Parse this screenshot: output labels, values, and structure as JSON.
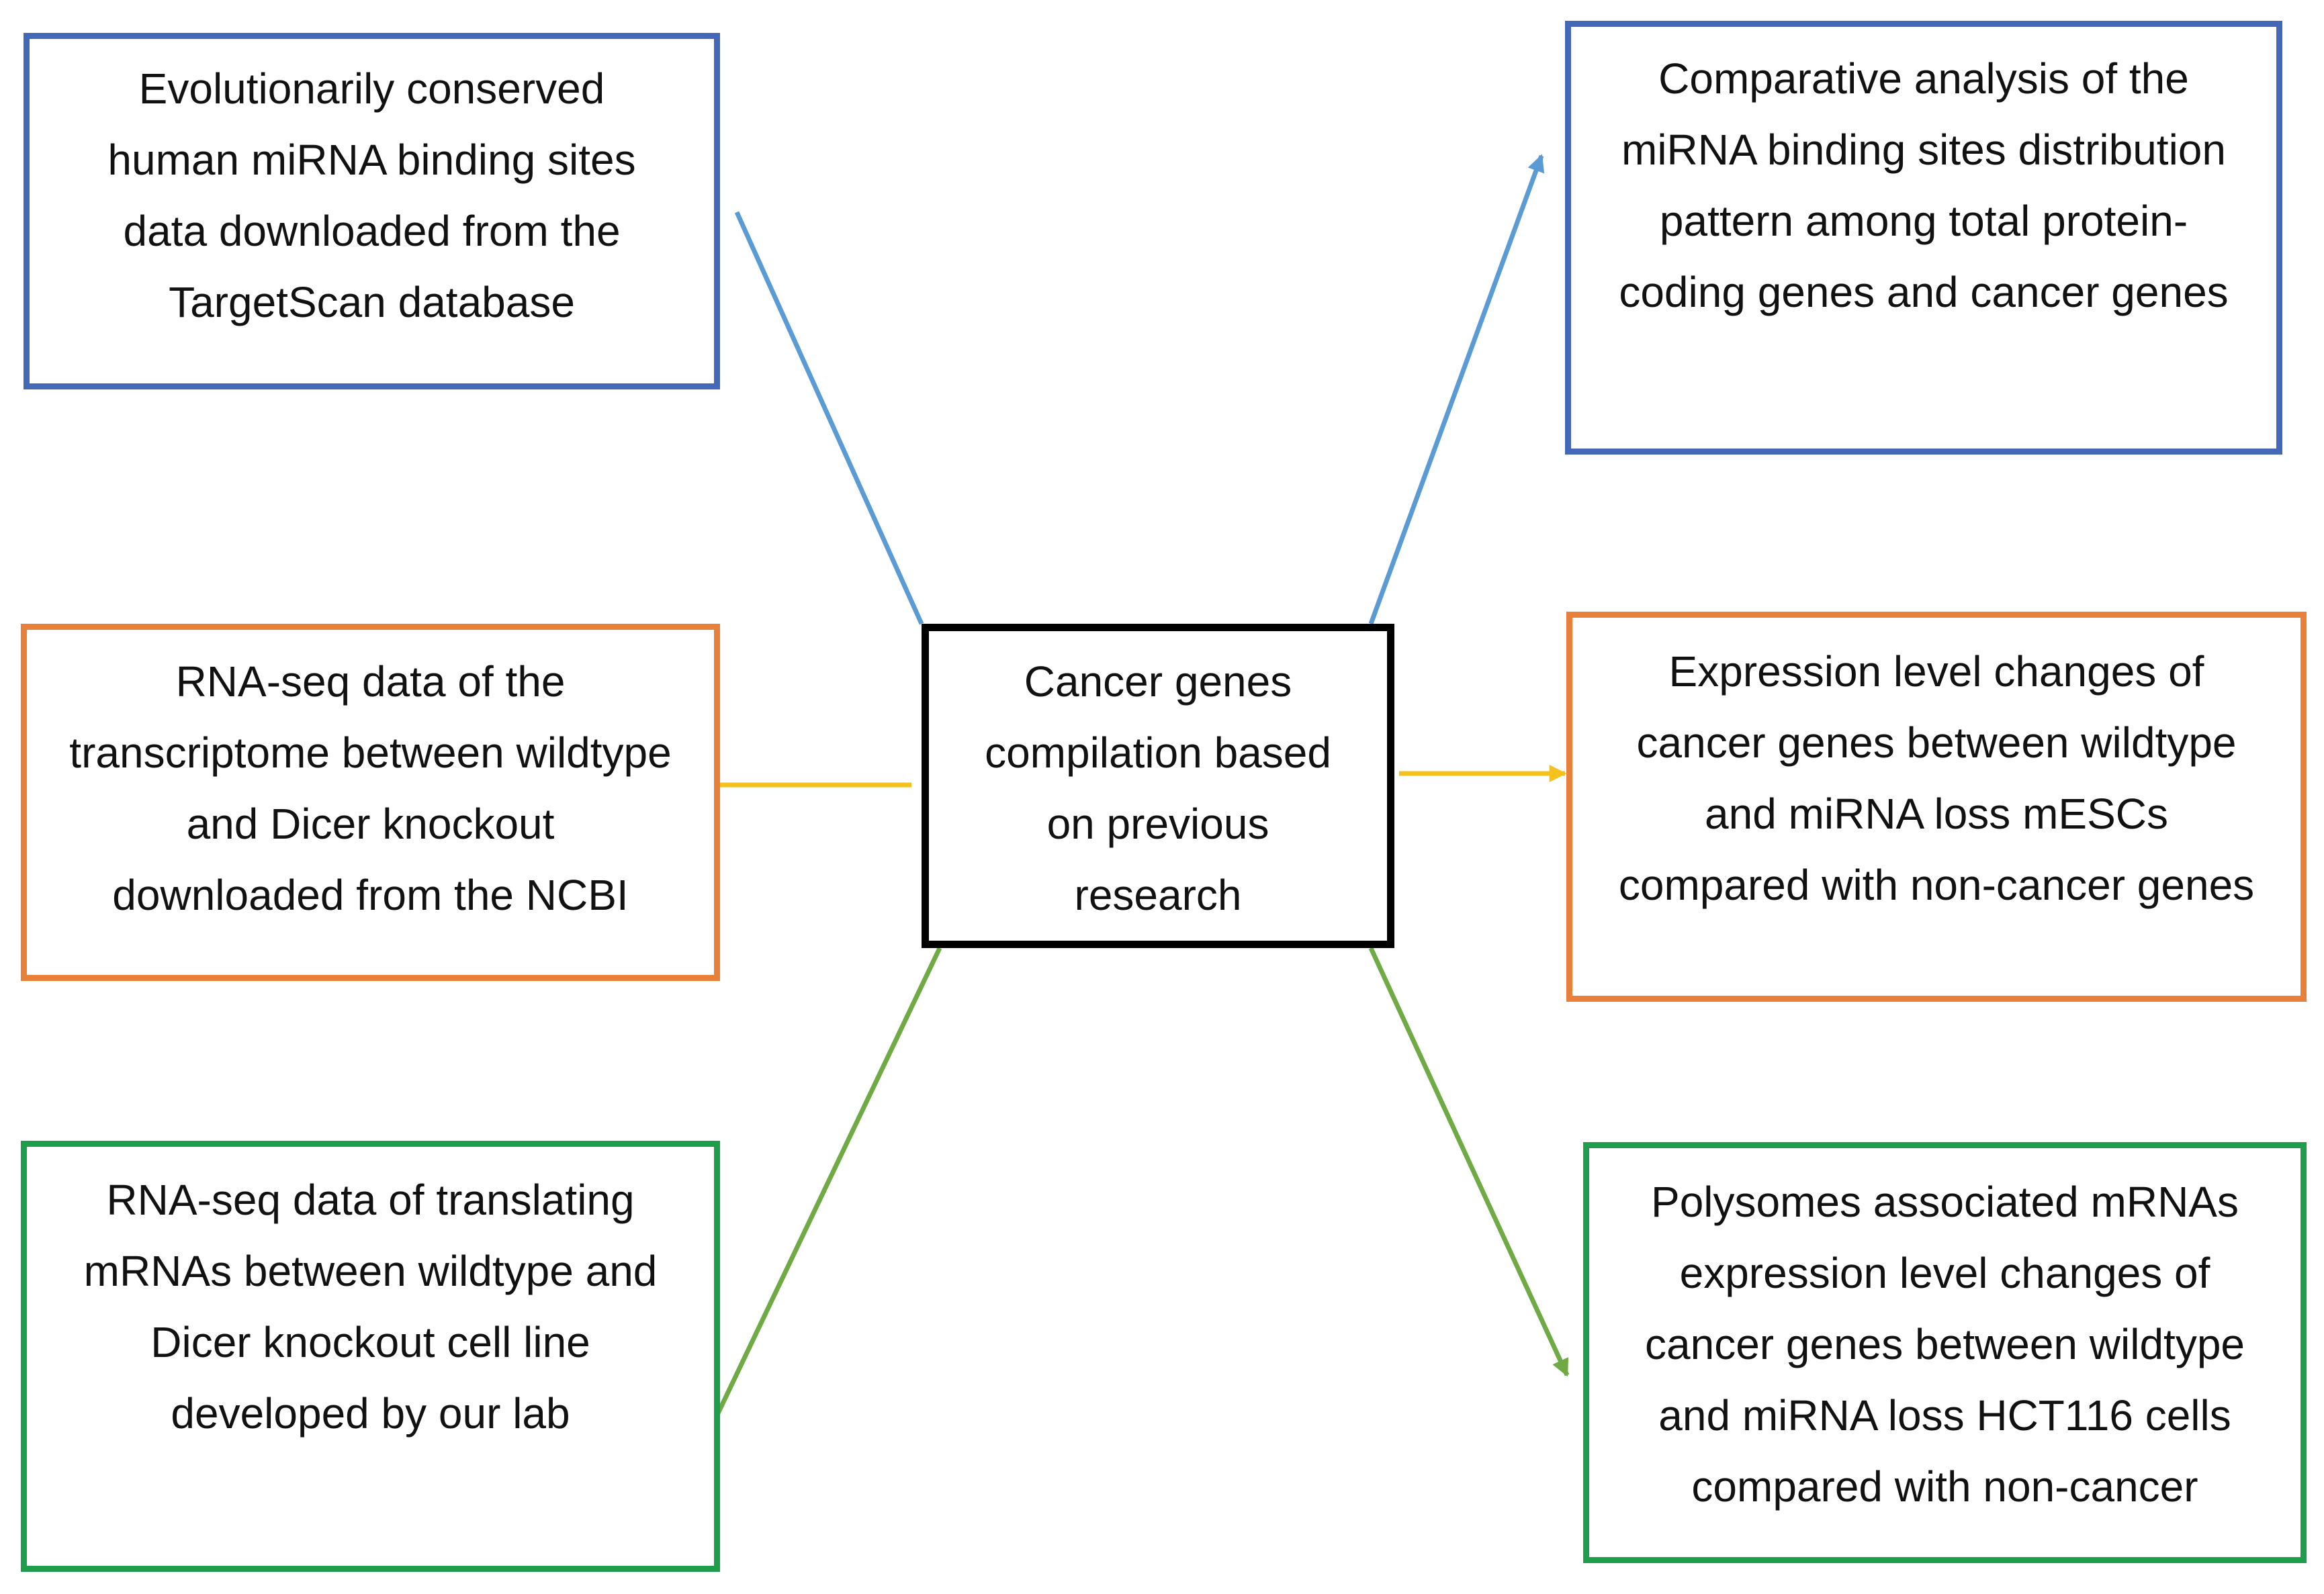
{
  "boxes": {
    "targetscan": {
      "lines": [
        "Evolutionarily conserved",
        "human miRNA binding sites",
        "data downloaded from the",
        "TargetScan database"
      ]
    },
    "comparative": {
      "lines": [
        "Comparative analysis of the",
        "miRNA binding sites distribution",
        "pattern among total protein-",
        "coding genes and cancer genes"
      ]
    },
    "ncbi": {
      "lines": [
        "RNA-seq data of the",
        "transcriptome between wildtype",
        "and Dicer knockout",
        "downloaded from the NCBI"
      ]
    },
    "center": {
      "lines": [
        "Cancer genes",
        "compilation based",
        "on previous",
        "research"
      ]
    },
    "expression": {
      "lines": [
        "Expression level changes of",
        "cancer genes between wildtype",
        "and miRNA loss mESCs",
        "compared with non-cancer genes"
      ]
    },
    "translating": {
      "lines": [
        "RNA-seq data of translating",
        "mRNAs between wildtype and",
        "Dicer knockout cell line",
        "developed by our lab"
      ]
    },
    "polysomes": {
      "lines": [
        "Polysomes associated mRNAs",
        "expression level changes of",
        "cancer genes between wildtype",
        "and miRNA loss HCT116 cells",
        "compared with non-cancer"
      ]
    }
  },
  "colors": {
    "blue_box": "#4468B8",
    "blue_line": "#5B9BD5",
    "orange": "#E8803A",
    "yellow": "#F4C11E",
    "green_box": "#1E9E4A",
    "green_line": "#6FAA45",
    "center_border": "#000000",
    "text": "#111111"
  }
}
